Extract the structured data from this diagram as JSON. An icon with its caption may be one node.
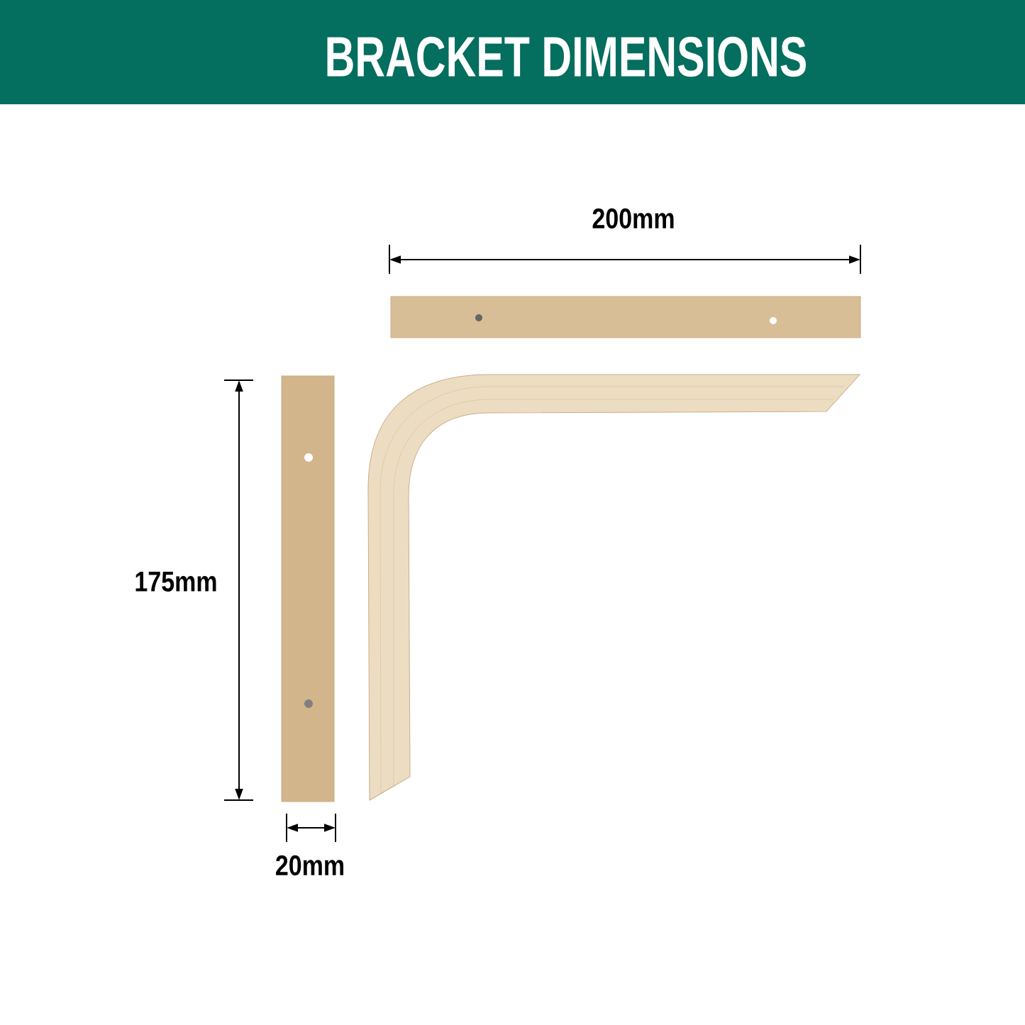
{
  "diagram": {
    "title": "BRACKET DIMENSIONS",
    "labels": [
      "200mm",
      "175mm",
      "20mm"
    ]
  }
}
